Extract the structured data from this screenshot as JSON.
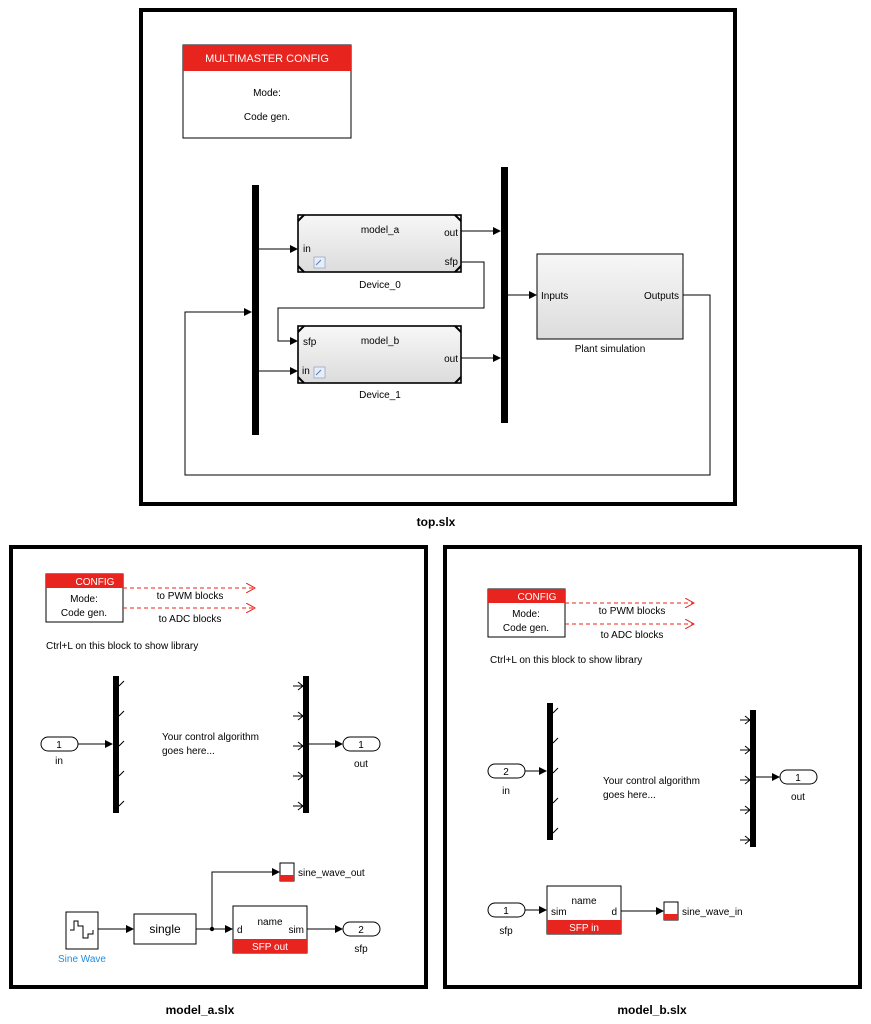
{
  "colors": {
    "config_red": "#e8241e",
    "sine_blue": "#1e8ee0",
    "line": "#000000"
  },
  "top": {
    "caption": "top.slx",
    "config": {
      "header": "MULTIMASTER CONFIG",
      "mode_label": "Mode:",
      "mode_value": "Code gen."
    },
    "device0": {
      "model": "model_a",
      "in": "in",
      "out": "out",
      "sfp": "sfp",
      "name": "Device_0"
    },
    "device1": {
      "model": "model_b",
      "sfp": "sfp",
      "in": "in",
      "out": "out",
      "name": "Device_1"
    },
    "plant": {
      "in": "Inputs",
      "out": "Outputs",
      "name": "Plant simulation"
    }
  },
  "model_a": {
    "caption": "model_a.slx",
    "config": {
      "header": "CONFIG",
      "mode_label": "Mode:",
      "mode_value": "Code gen."
    },
    "to_pwm": "to PWM blocks",
    "to_adc": "to ADC blocks",
    "hint": "Ctrl+L on this block to show library",
    "inport": {
      "number": "1",
      "name": "in"
    },
    "outport": {
      "number": "1",
      "name": "out"
    },
    "algo_line1": "Your control algorithm",
    "algo_line2": "goes here...",
    "sine_wave": "Sine Wave",
    "convert": "single",
    "sfp_block": {
      "name": "name",
      "d": "d",
      "sim": "sim",
      "footer": "SFP out"
    },
    "sine_out": "sine_wave_out",
    "sfp_port": {
      "number": "2",
      "name": "sfp"
    }
  },
  "model_b": {
    "caption": "model_b.slx",
    "config": {
      "header": "CONFIG",
      "mode_label": "Mode:",
      "mode_value": "Code gen."
    },
    "to_pwm": "to PWM blocks",
    "to_adc": "to ADC blocks",
    "hint": "Ctrl+L on this block to show library",
    "inport": {
      "number": "2",
      "name": "in"
    },
    "outport": {
      "number": "1",
      "name": "out"
    },
    "algo_line1": "Your control algorithm",
    "algo_line2": "goes here...",
    "sfp_port": {
      "number": "1",
      "name": "sfp"
    },
    "sfp_block": {
      "name": "name",
      "sim": "sim",
      "d": "d",
      "footer": "SFP in"
    },
    "sine_in": "sine_wave_in"
  }
}
